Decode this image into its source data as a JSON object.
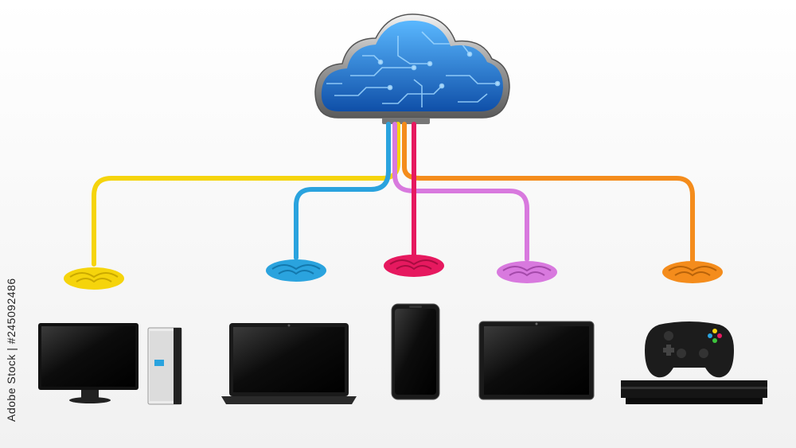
{
  "image": {
    "side_caption": "Adobe Stock | #245092486"
  },
  "colors": {
    "cable_yellow": "#f5d40c",
    "cable_blue": "#2aa3de",
    "cable_red": "#e6195f",
    "cable_violet": "#d879de",
    "cable_orange": "#f48c1c",
    "cloud_blue": "#1f74d6",
    "device_black": "#111111"
  },
  "cables": [
    {
      "name": "yellow-cable",
      "color": "cable_yellow"
    },
    {
      "name": "blue-cable",
      "color": "cable_blue"
    },
    {
      "name": "red-cable",
      "color": "cable_red"
    },
    {
      "name": "violet-cable",
      "color": "cable_violet"
    },
    {
      "name": "orange-cable",
      "color": "cable_orange"
    }
  ],
  "devices": [
    "desktop-monitor",
    "pc-tower",
    "laptop",
    "smartphone",
    "tablet",
    "game-console",
    "gamepad"
  ]
}
